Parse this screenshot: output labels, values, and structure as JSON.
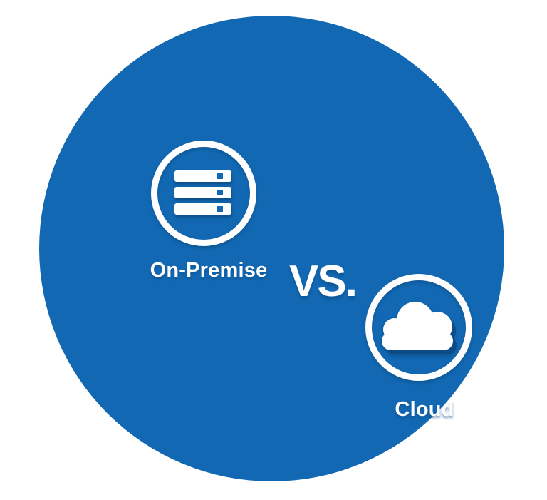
{
  "colors": {
    "background": "#ffffff",
    "circle_blue": "#1268b2",
    "shadow_blue": "#0b4c86",
    "icon_white": "#ffffff"
  },
  "diagram": {
    "left_item": {
      "label": "On-Premise",
      "icon": "server-stack-icon"
    },
    "versus_label": "VS.",
    "right_item": {
      "label": "Cloud",
      "icon": "cloud-icon"
    }
  }
}
